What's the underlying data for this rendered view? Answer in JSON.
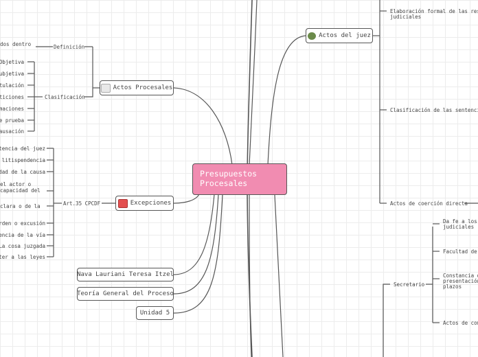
{
  "central": {
    "line1": "Presupuestos",
    "line2": "Procesales"
  },
  "actos_procesales": {
    "title": "Actos Procesales",
    "definicion": "Definición",
    "definicion_text": "dos dentro",
    "clasificacion": "Clasificación",
    "clasificacion_items": [
      "Objetiva",
      "Subjetiva",
      "stulación",
      "eticiones",
      "rmaciones",
      "de prueba",
      "causación"
    ]
  },
  "excepciones": {
    "title": "Excepciones",
    "branch": "Art.35 CPCDF",
    "items": [
      "tencia del juez",
      "litispendencia",
      "dad de la causa",
      "el actor o",
      "capacidad del",
      "clara o de la",
      "orden o excusión",
      "dencia de la vía",
      "La cosa juzgada",
      "cter a las leyes"
    ]
  },
  "footer_nodes": [
    "Nava Lauriani Teresa Itzel",
    "Teoría General del Proceso",
    "Unidad 5"
  ],
  "actos_juez": {
    "title": "Actos del juez",
    "items": [
      "Elaboración formal de las resol",
      "judiciales",
      "Clasificación de las sentencias",
      "Actos de coerción directa"
    ]
  },
  "secretario": {
    "title": "Secretario",
    "items": [
      "Da fe a los a",
      "judiciales",
      "Facultad de a",
      "Constancia de",
      "presentación",
      "plazos",
      "Actos de comu"
    ]
  },
  "colors": {
    "central": "#f18cb1",
    "line": "#555555",
    "grid": "#ececec"
  },
  "icons": {
    "actos_procesales": "envelope-icon",
    "excepciones": "calendar-icon",
    "actos_juez": "money-bag-icon"
  }
}
